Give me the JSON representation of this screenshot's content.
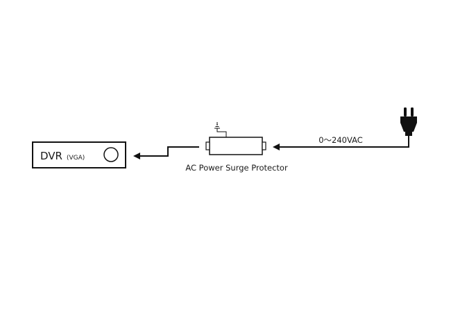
{
  "dvr": {
    "label": "DVR",
    "sublabel": "(VGA)"
  },
  "surge_protector": {
    "label": "AC Power Surge Protector"
  },
  "power_input": {
    "label": "0～240VAC"
  },
  "icons": {
    "ground": "ground-icon",
    "plug": "power-plug-icon"
  },
  "colors": {
    "line": "#111111",
    "background": "#ffffff"
  }
}
